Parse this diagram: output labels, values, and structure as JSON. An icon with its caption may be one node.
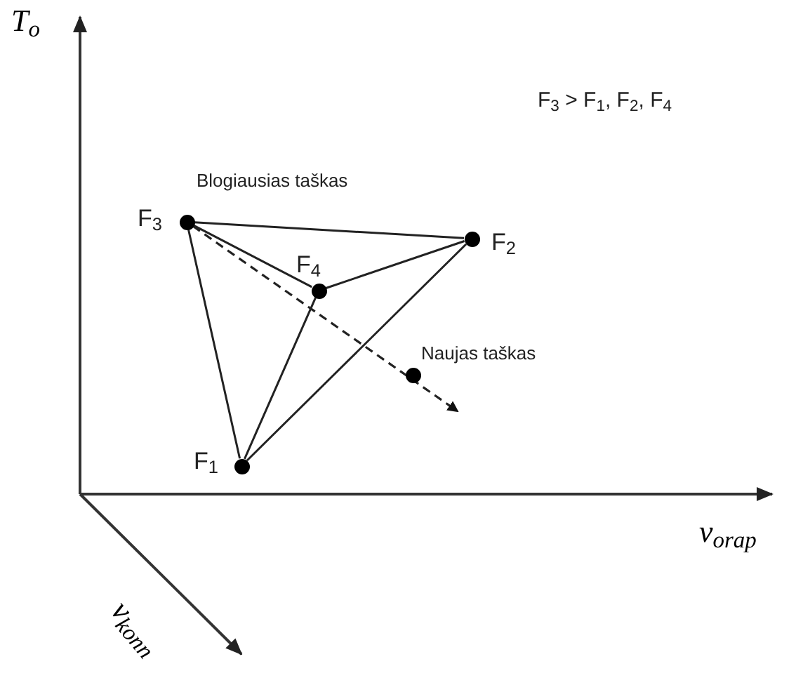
{
  "diagram": {
    "nodes": [
      {
        "text": [],
        "shape": "circle",
        "beside": [
          "F$_{3}$",
          "Blogiausias taškas"
        ]
      },
      {
        "text": [],
        "shape": "circle",
        "beside": [
          "F$_{2}$"
        ]
      },
      {
        "text": [],
        "shape": "circle",
        "beside": [
          "F$_{4}$"
        ]
      },
      {
        "text": [],
        "shape": "circle",
        "beside": [
          "Naujas taškas"
        ]
      },
      {
        "text": [],
        "shape": "circle",
        "beside": [
          "F$_{1}$"
        ]
      }
    ],
    "edges": [
      {
        "from": 0,
        "to": 1,
        "arrow": "none"
      },
      {
        "from": 0,
        "to": 2,
        "arrow": "none"
      },
      {
        "from": 0,
        "to": 4,
        "arrow": "none"
      },
      {
        "from": 2,
        "to": 1,
        "arrow": "none"
      },
      {
        "from": 4,
        "to": 2,
        "arrow": "none"
      },
      {
        "from": 4,
        "to": 1,
        "arrow": "none"
      },
      {
        "from": 0,
        "to": null,
        "arrow": "to",
        "style": "dashed"
      }
    ],
    "labels": [
      "T$_{o}$",
      "F$_{3}$ > F$_{1}$, F$_{2}$, F$_{4}$",
      "v$_{orap}$",
      "v$_{konn}$"
    ]
  }
}
